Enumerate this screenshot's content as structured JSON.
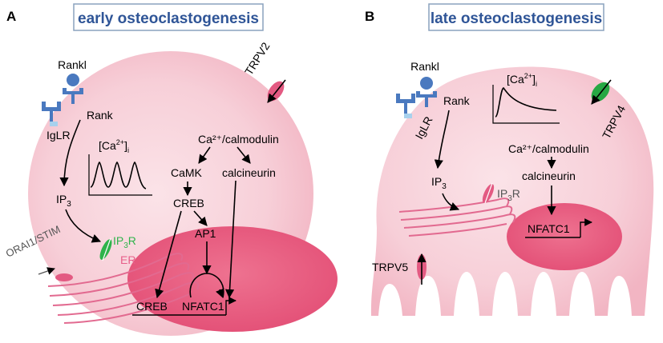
{
  "panel_a": {
    "letter": "A",
    "title": "early osteoclastogenesis",
    "rankl": "Rankl",
    "rank": "Rank",
    "iglr": "IgLR",
    "ip3": "IP",
    "ip3_sub": "3",
    "trpv2": "TRPV2",
    "ca_label": "[Ca",
    "ca_sup": "2+",
    "ca_sub": "i",
    "ca_calmodulin": "Ca²⁺/calmodulin",
    "camk": "CaMK",
    "calcineurin": "calcineurin",
    "creb_mid": "CREB",
    "ap1": "AP1",
    "ip3r_label": "IP",
    "ip3r_sub": "3",
    "ip3r_suffix": "R",
    "er": "ER",
    "orai": "ORAI1/STIM",
    "creb_nuc": "CREB",
    "nfatc1": "NFATC1",
    "colors": {
      "ip3r": "#2eb34b",
      "er": "#e75f8a",
      "orai_text": "#555555"
    }
  },
  "panel_b": {
    "letter": "B",
    "title": "late osteoclastogenesis",
    "rankl": "Rankl",
    "rank": "Rank",
    "iglr": "IgLR",
    "ip3": "IP",
    "ip3_sub": "3",
    "trpv4": "TRPV4",
    "trpv5": "TRPV5",
    "ca_label": "[Ca",
    "ca_sup": "2+",
    "ca_sub": "i",
    "ca_calmodulin": "Ca²⁺/calmodulin",
    "calcineurin": "calcineurin",
    "ip3r_label": "IP",
    "ip3r_sub": "3",
    "ip3r_suffix": "R",
    "nfatc1": "NFATC1"
  },
  "colors": {
    "cell_fill": "#f7d0d8",
    "nucleus_fill": "#ea5d80",
    "receptor": "#4a79bf",
    "channel_pink": "#e35a82",
    "channel_green": "#27a844",
    "title_text": "#2f5597"
  }
}
